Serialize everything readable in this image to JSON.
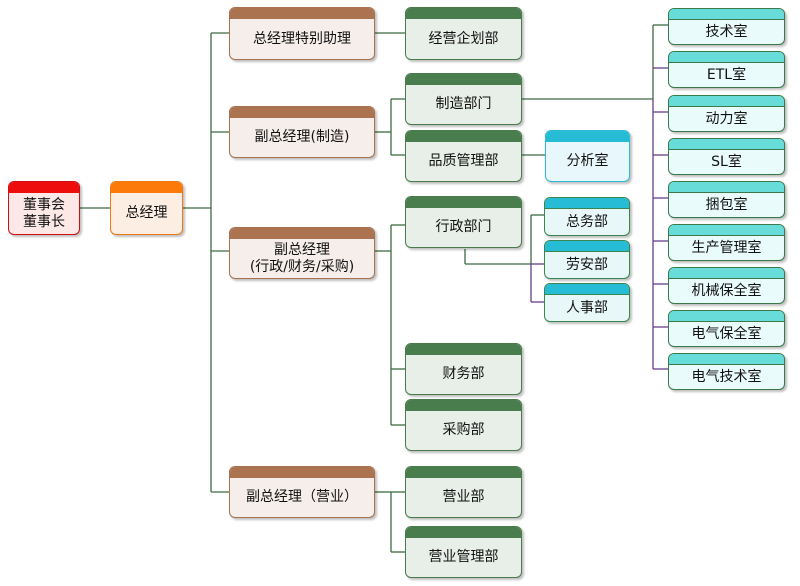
{
  "chart": {
    "root": {
      "label1": "董事会",
      "label2": "董事长"
    },
    "ceo": {
      "label": "总经理"
    },
    "executives": [
      {
        "label": "总经理特别助理"
      },
      {
        "label": "副总经理(制造)"
      },
      {
        "label1": "副总经理",
        "label2": "(行政/财务/采购)"
      },
      {
        "label": "副总经理（营业）"
      }
    ],
    "departments": {
      "planning": "经营企划部",
      "manufacturing": "制造部门",
      "quality": "品质管理部",
      "analysis": "分析室",
      "admin": "行政部门",
      "general_affairs": "总务部",
      "labor_safety": "劳安部",
      "hr": "人事部",
      "finance": "财务部",
      "purchasing": "采购部",
      "sales": "营业部",
      "sales_mgmt": "营业管理部"
    },
    "rooms": [
      "技术室",
      "ETL室",
      "动力室",
      "SL室",
      "捆包室",
      "生产管理室",
      "机械保全室",
      "电气保全室",
      "电气技术室"
    ]
  },
  "colors": {
    "board": "#ee0d0d",
    "ceo": "#fb7a0a",
    "executive": "#ab7350",
    "department": "#4a7d4e",
    "sub_department": "#26bcd6",
    "room": "#67dcd8",
    "connector_green": "#3d6b40",
    "connector_purple": "#6a3d8a"
  }
}
